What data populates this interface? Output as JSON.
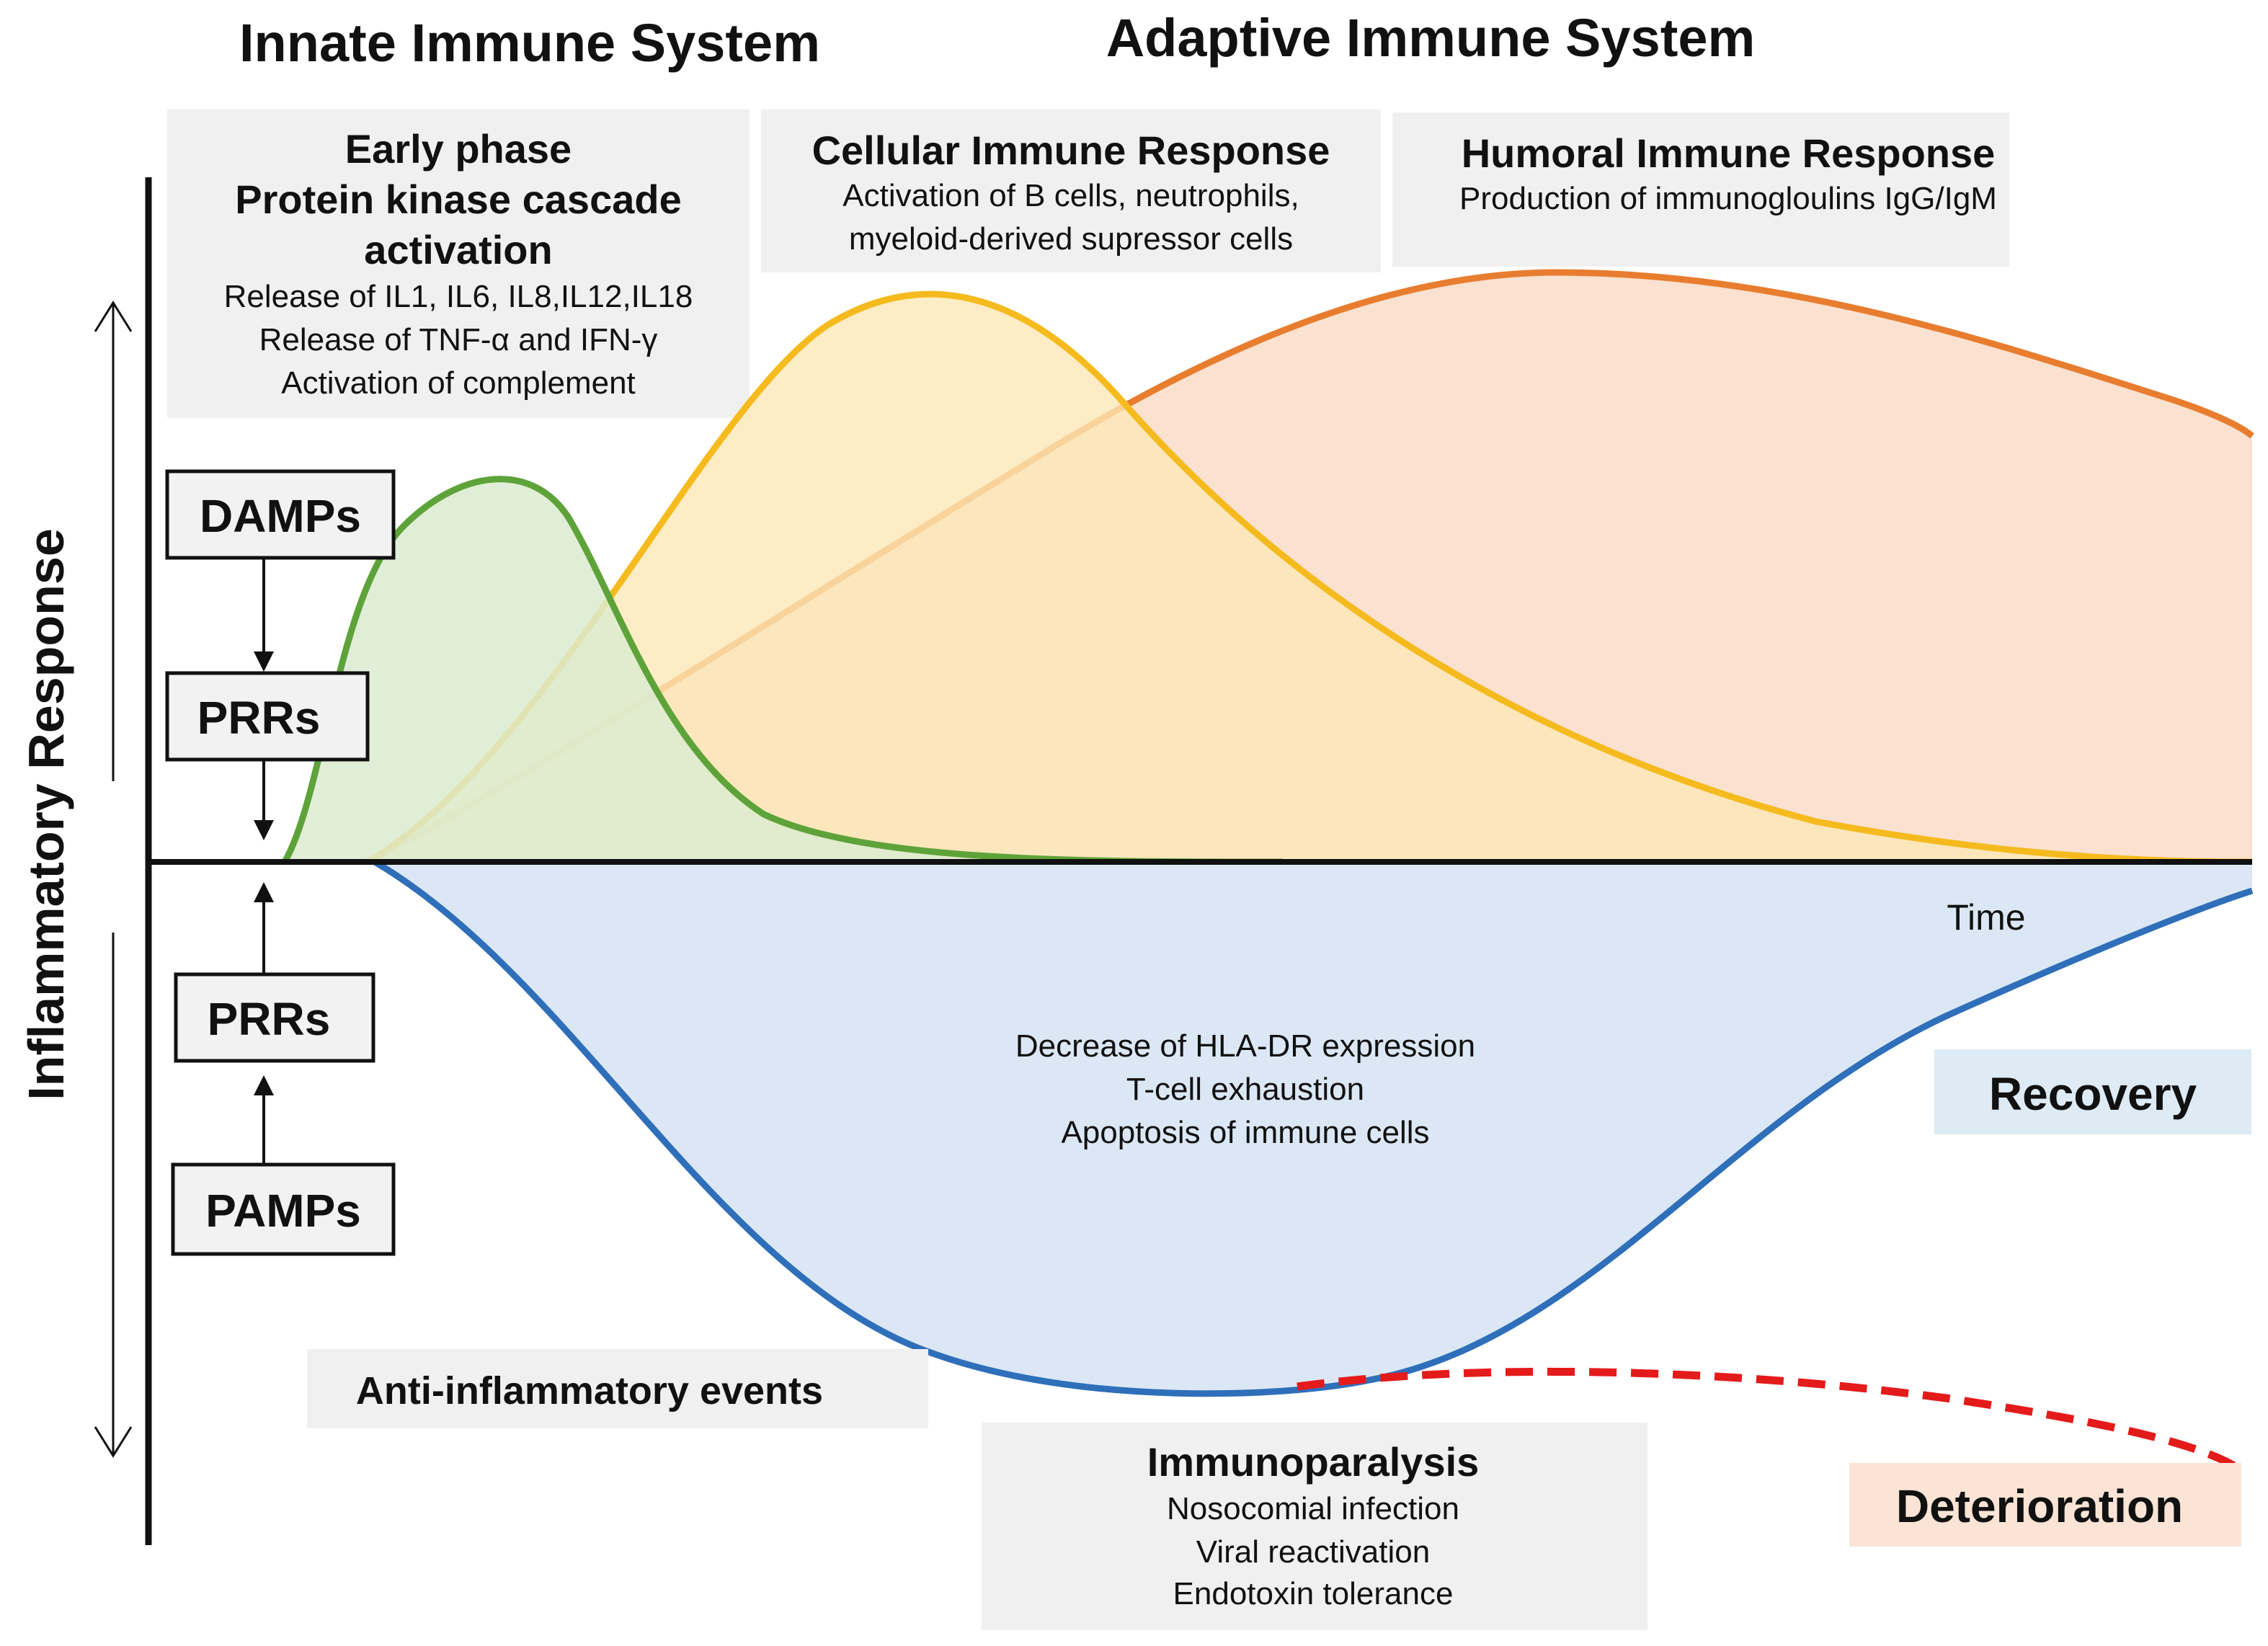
{
  "titles": {
    "innate": "Innate Immune System",
    "adaptive": "Adaptive Immune System"
  },
  "y_axis_label": "Inflammatory Response",
  "x_axis_label": "Time",
  "early_phase": {
    "line1": "Early phase",
    "line2": "Protein kinase cascade",
    "line3": "activation",
    "items": [
      "Release of IL1, IL6, IL8,IL12,IL18",
      "Release of TNF-α and IFN-γ",
      "Activation of complement"
    ]
  },
  "cellular": {
    "title": "Cellular Immune Response",
    "items": [
      "Activation of B cells, neutrophils,",
      "myeloid-derived supressor cells"
    ]
  },
  "humoral": {
    "title": "Humoral Immune Response",
    "items": [
      "Production of immunogloulins IgG/IgM"
    ]
  },
  "flow_top": [
    "DAMPs",
    "PRRs"
  ],
  "flow_bottom": [
    "PRRs",
    "PAMPs"
  ],
  "suppression": {
    "items": [
      "Decrease of HLA-DR expression",
      "T-cell exhaustion",
      "Apoptosis of immune cells"
    ]
  },
  "anti_inflammatory": "Anti-inflammatory events",
  "immunoparalysis": {
    "title": "Immunoparalysis",
    "items": [
      "Nosocomial infection",
      "Viral reactivation",
      "Endotoxin tolerance"
    ]
  },
  "recovery": "Recovery",
  "deterioration": "Deterioration",
  "colors": {
    "innate_curve": "#5ea33a",
    "innate_fill": "#dcebd0",
    "cellular_curve": "#f5bb1e",
    "cellular_fill": "#fde9b8",
    "humoral_curve": "#e87d2f",
    "humoral_fill": "#f9dcc8",
    "suppression_curve": "#2f6fba",
    "suppression_fill": "#dbe7f4",
    "deterioration_line": "#e41b1b",
    "gray_box": "#f0f0f0",
    "recovery_box": "#deebf5",
    "deterioration_box": "#fbe4d5"
  }
}
